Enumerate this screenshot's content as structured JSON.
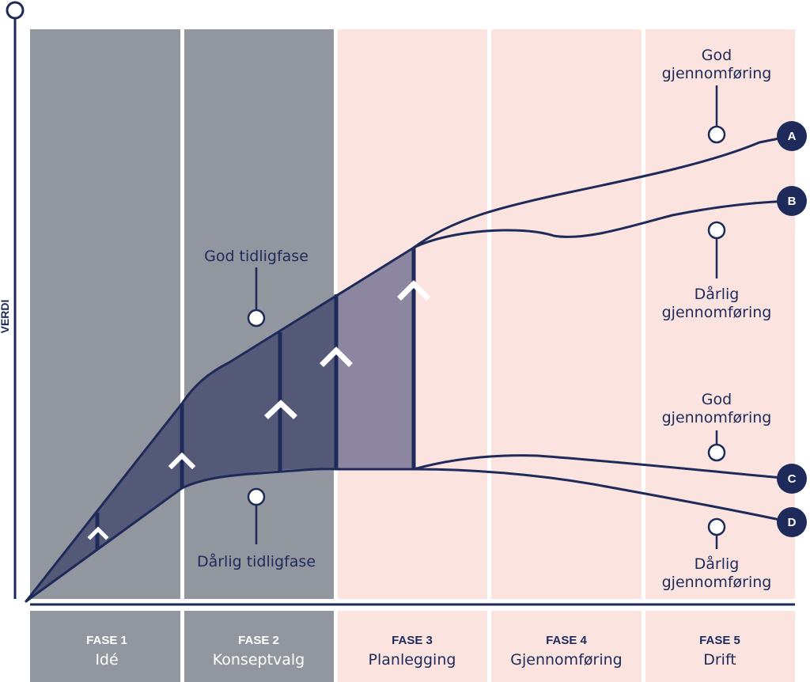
{
  "y_axis_label": "VERDI",
  "phases": [
    {
      "number": "FASE 1",
      "name": "Idé"
    },
    {
      "number": "FASE 2",
      "name": "Konseptvalg"
    },
    {
      "number": "FASE 3",
      "name": "Planlegging"
    },
    {
      "number": "FASE 4",
      "name": "Gjennomføring"
    },
    {
      "number": "FASE 5",
      "name": "Drift"
    }
  ],
  "annotations": {
    "good_early": "God tidligfase",
    "poor_early": "Dårlig tidligfase",
    "good_exec_top_1": "God",
    "good_exec_top_2": "gjennomføring",
    "poor_exec_top_1": "Dårlig",
    "poor_exec_top_2": "gjennomføring",
    "good_exec_bottom_1": "God",
    "good_exec_bottom_2": "gjennomføring",
    "poor_exec_bottom_1": "Dårlig",
    "poor_exec_bottom_2": "gjennomføring"
  },
  "outcomes": [
    "A",
    "B",
    "C",
    "D"
  ],
  "colors": {
    "navy": "#1e2a5a",
    "early_phase_bg": "#92969e",
    "late_phase_bg": "#fbe4e0",
    "shaded_area_dark": "#545978",
    "shaded_area_light": "#8c86a0"
  }
}
